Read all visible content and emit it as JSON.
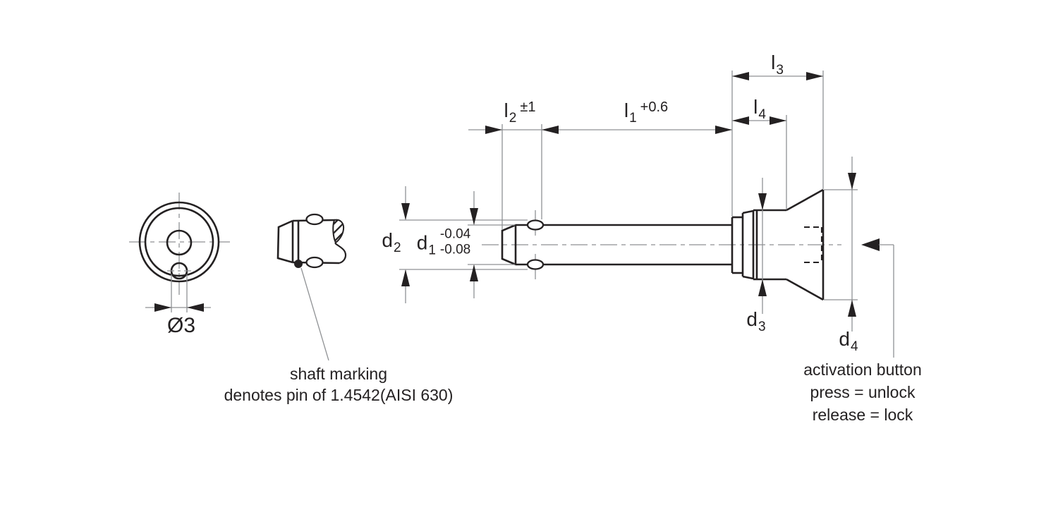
{
  "colors": {
    "bg": "#ffffff",
    "outline": "#242122",
    "dim": "#8f9194",
    "text": "#242122"
  },
  "dimensions": {
    "l1": {
      "letter": "l",
      "subscript": "1",
      "tolerance": "+0.6"
    },
    "l2": {
      "letter": "l",
      "subscript": "2",
      "tolerance": "±1"
    },
    "l3": {
      "letter": "l",
      "subscript": "3"
    },
    "l4": {
      "letter": "l",
      "subscript": "4"
    },
    "d1": {
      "letter": "d",
      "subscript": "1",
      "tolerance_upper": "-0.04",
      "tolerance_lower": "-0.08"
    },
    "d2": {
      "letter": "d",
      "subscript": "2"
    },
    "d3": {
      "letter": "d",
      "subscript": "3"
    },
    "d4": {
      "letter": "d",
      "subscript": "4"
    },
    "ball_diameter": {
      "label": "Ø3"
    }
  },
  "annotations": {
    "shaft_marking": {
      "line1": "shaft marking",
      "line2": "denotes pin of 1.4542(AISI 630)"
    },
    "activation_button": {
      "line1": "activation button",
      "line2": "press = unlock",
      "line3": "release = lock"
    }
  }
}
